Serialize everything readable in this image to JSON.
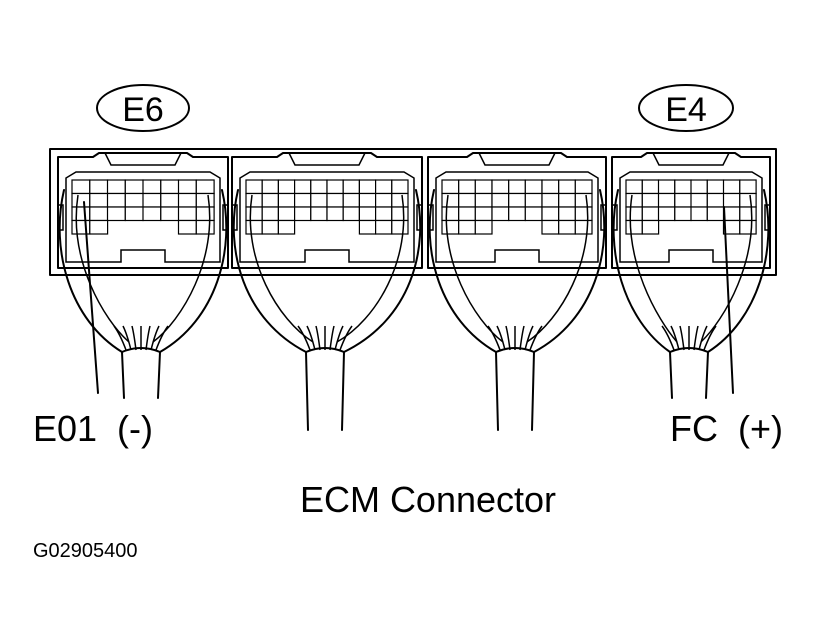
{
  "diagram": {
    "connector_labels": {
      "left": "E6",
      "right": "E4"
    },
    "pin_labels": {
      "left": "E01  (-)",
      "right": "FC  (+)"
    },
    "caption": "ECM Connector",
    "figure_code": "G02905400"
  }
}
